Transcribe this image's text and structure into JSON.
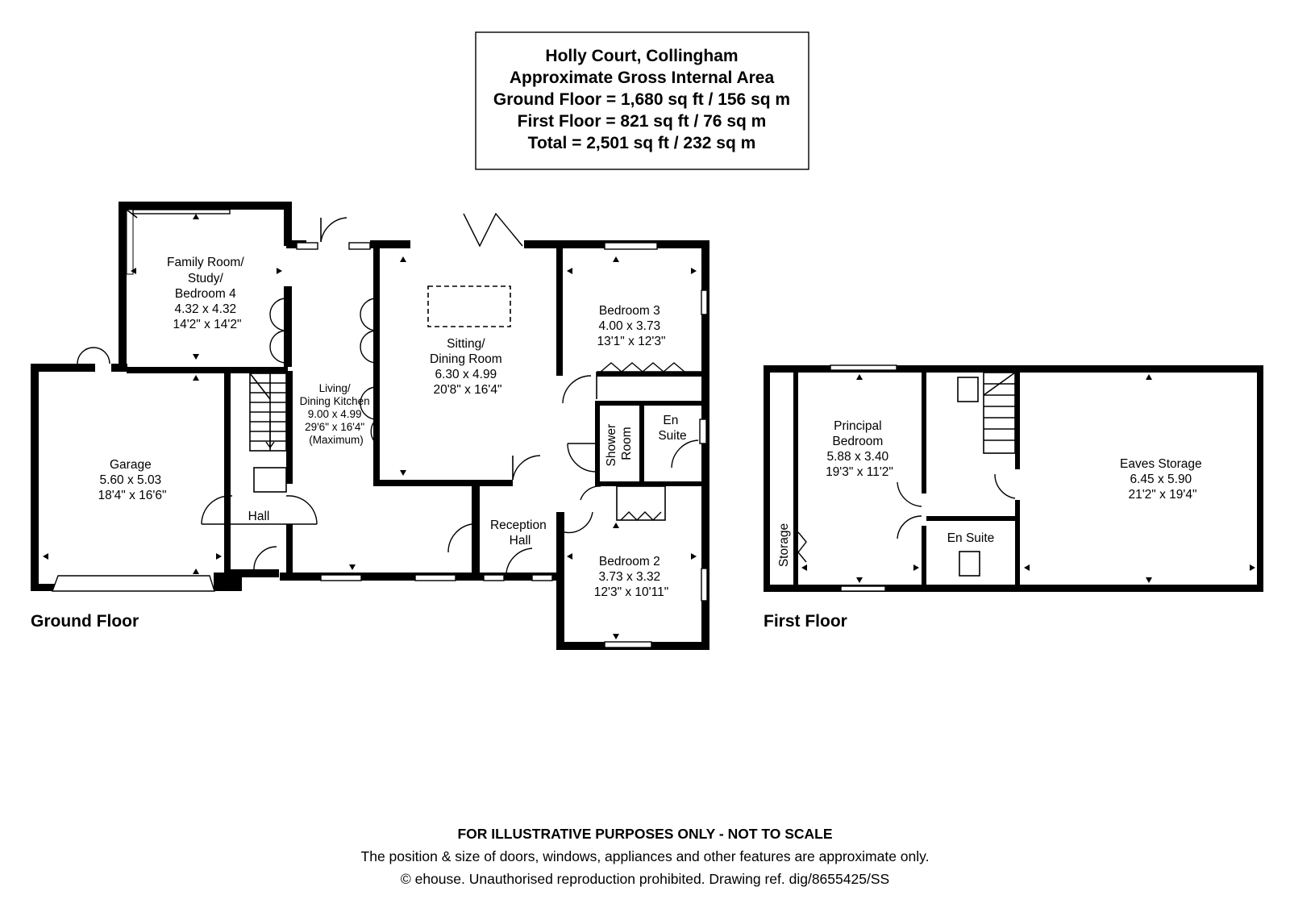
{
  "header": {
    "title": "Holly Court, Collingham",
    "subtitle": "Approximate Gross Internal Area",
    "ground_area": "Ground Floor = 1,680 sq ft / 156 sq m",
    "first_area": "First Floor = 821 sq ft / 76 sq m",
    "total_area": "Total = 2,501 sq ft / 232 sq m"
  },
  "floors": {
    "ground": "Ground Floor",
    "first": "First Floor"
  },
  "rooms": {
    "family": [
      "Family Room/",
      "Study/",
      "Bedroom 4",
      "4.32 x 4.32",
      "14'2\" x 14'2\""
    ],
    "garage": [
      "Garage",
      "5.60 x 5.03",
      "18'4\" x 16'6\""
    ],
    "hall": [
      "Hall"
    ],
    "kitchen": [
      "Living/",
      "Dining Kitchen",
      "9.00 x 4.99",
      "29'6\" x 16'4\"",
      "(Maximum)"
    ],
    "sitting": [
      "Sitting/",
      "Dining Room",
      "6.30 x 4.99",
      "20'8\" x 16'4\""
    ],
    "bedroom3": [
      "Bedroom 3",
      "4.00 x 3.73",
      "13'1\" x 12'3\""
    ],
    "shower": [
      "Shower",
      "Room"
    ],
    "ensuite_g": [
      "En",
      "Suite"
    ],
    "reception": [
      "Reception",
      "Hall"
    ],
    "bedroom2": [
      "Bedroom 2",
      "3.73 x 3.32",
      "12'3\" x 10'11\""
    ],
    "principal": [
      "Principal",
      "Bedroom",
      "5.88 x 3.40",
      "19'3\" x 11'2\""
    ],
    "storage": [
      "Storage"
    ],
    "ensuite_f": [
      "En Suite"
    ],
    "eaves": [
      "Eaves Storage",
      "6.45 x 5.90",
      "21'2\" x 19'4\""
    ]
  },
  "disclaimer": {
    "line1": "FOR ILLUSTRATIVE PURPOSES ONLY - NOT TO SCALE",
    "line2": "The position & size of doors, windows, appliances and other features are approximate only.",
    "line3": "© ehouse. Unauthorised reproduction prohibited. Drawing ref. dig/8655425/SS"
  }
}
